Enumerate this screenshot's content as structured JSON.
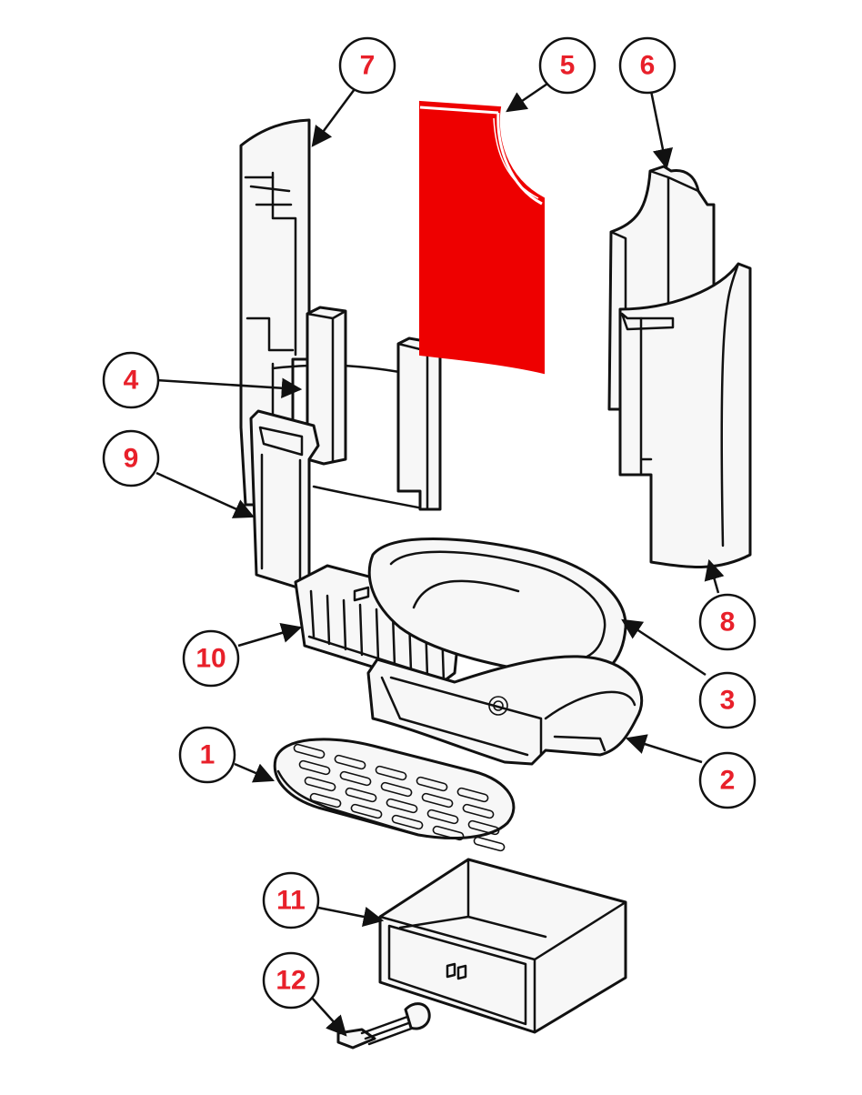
{
  "colors": {
    "highlight": "#ee0000",
    "label_text": "#e8202a",
    "line": "#111111",
    "part_fill": "#f7f7f7"
  },
  "callouts": [
    {
      "id": "1",
      "label": "1"
    },
    {
      "id": "2",
      "label": "2"
    },
    {
      "id": "3",
      "label": "3"
    },
    {
      "id": "4",
      "label": "4"
    },
    {
      "id": "5",
      "label": "5"
    },
    {
      "id": "6",
      "label": "6"
    },
    {
      "id": "7",
      "label": "7"
    },
    {
      "id": "8",
      "label": "8"
    },
    {
      "id": "9",
      "label": "9"
    },
    {
      "id": "10",
      "label": "10"
    },
    {
      "id": "11",
      "label": "11"
    },
    {
      "id": "12",
      "label": "12"
    }
  ],
  "highlighted_part": "5"
}
